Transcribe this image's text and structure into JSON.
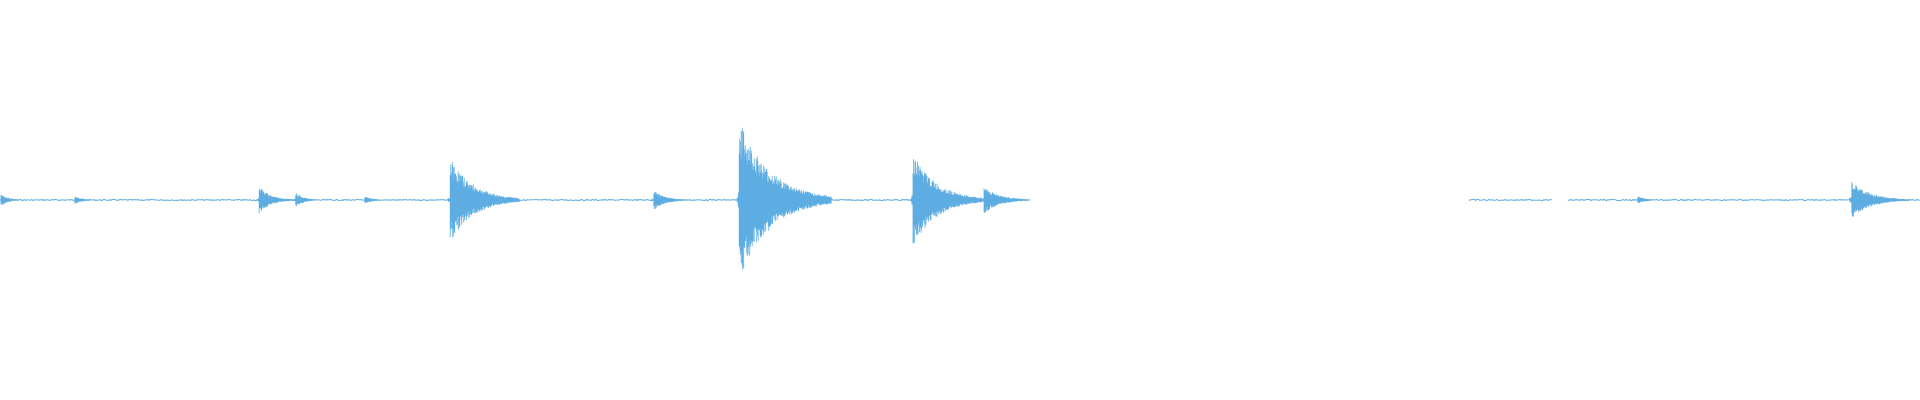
{
  "waveform": {
    "color": "#5dade2",
    "background": "#ffffff",
    "baseline_level": 0.0,
    "segments": [
      {
        "start": 0.0,
        "end": 0.523
      },
      {
        "start": 0.765,
        "end": 1.0
      }
    ],
    "gaps": [
      {
        "start": 0.8085,
        "end": 0.8165
      }
    ],
    "transients": [
      {
        "position": 0.0005,
        "amplitude": 0.03,
        "decay": 0.004
      },
      {
        "position": 0.039,
        "amplitude": 0.02,
        "decay": 0.004
      },
      {
        "position": 0.135,
        "amplitude": 0.07,
        "decay": 0.006
      },
      {
        "position": 0.154,
        "amplitude": 0.04,
        "decay": 0.004
      },
      {
        "position": 0.19,
        "amplitude": 0.02,
        "decay": 0.004
      },
      {
        "position": 0.2345,
        "amplitude": 0.21,
        "decay": 0.012
      },
      {
        "position": 0.2535,
        "amplitude": 0.02,
        "decay": 0.004
      },
      {
        "position": 0.3405,
        "amplitude": 0.05,
        "decay": 0.006
      },
      {
        "position": 0.385,
        "amplitude": 0.4,
        "decay": 0.016
      },
      {
        "position": 0.395,
        "amplitude": 0.05,
        "decay": 0.006
      },
      {
        "position": 0.4075,
        "amplitude": 0.03,
        "decay": 0.004
      },
      {
        "position": 0.4755,
        "amplitude": 0.24,
        "decay": 0.012
      },
      {
        "position": 0.5125,
        "amplitude": 0.07,
        "decay": 0.008
      },
      {
        "position": 0.853,
        "amplitude": 0.02,
        "decay": 0.004
      },
      {
        "position": 0.9645,
        "amplitude": 0.09,
        "decay": 0.01
      }
    ]
  }
}
